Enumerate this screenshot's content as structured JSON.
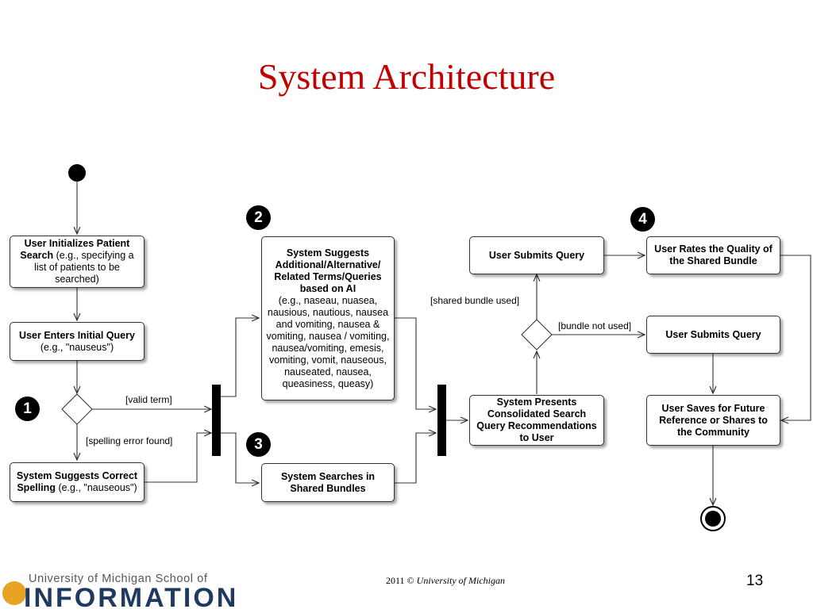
{
  "title": "System Architecture",
  "boxes": {
    "init_bold": "User Initializes Patient Search",
    "init_rest": " (e.g., specifying a list of patients to be searched)",
    "enter_bold": "User Enters Initial Query",
    "enter_rest": "(e.g., \"nauseus\")",
    "correct_bold": "System Suggests Correct Spelling",
    "correct_rest": " (e.g., \"nauseous\")",
    "suggest_bold": "System Suggests Additional/Alternative/ Related Terms/Queries based on AI",
    "suggest_rest": "(e.g., naseau, nuasea, nausious, nautious, nausea and vomiting, nausea & vomiting, nausea / vomiting, nausea/vomiting, emesis, vomiting, vomit, nauseous, nauseated, nausea, queasiness, queasy)",
    "searches": "System Searches in Shared Bundles",
    "presents": "System Presents Consolidated Search Query Recommendations to User",
    "submit_top": "User Submits Query",
    "submit_mid": "User Submits Query",
    "rates": "User Rates the Quality of the Shared Bundle",
    "saves": "User Saves for Future Reference or Shares to the Community"
  },
  "labels": {
    "valid_term": "[valid term]",
    "spelling_error": "[spelling error found]",
    "shared_bundle_used": "[shared bundle used]",
    "bundle_not_used": "[bundle not used]"
  },
  "markers": [
    "1",
    "2",
    "3",
    "4"
  ],
  "footer": {
    "year": "2011 © ",
    "org": "University of Michigan",
    "page": "13"
  },
  "logo": {
    "top": "University of Michigan School of",
    "main": "INFORMATION"
  },
  "colors": {
    "title": "#c00000",
    "logo_blue": "#1f3a5f",
    "logo_orange": "#e8a325"
  }
}
